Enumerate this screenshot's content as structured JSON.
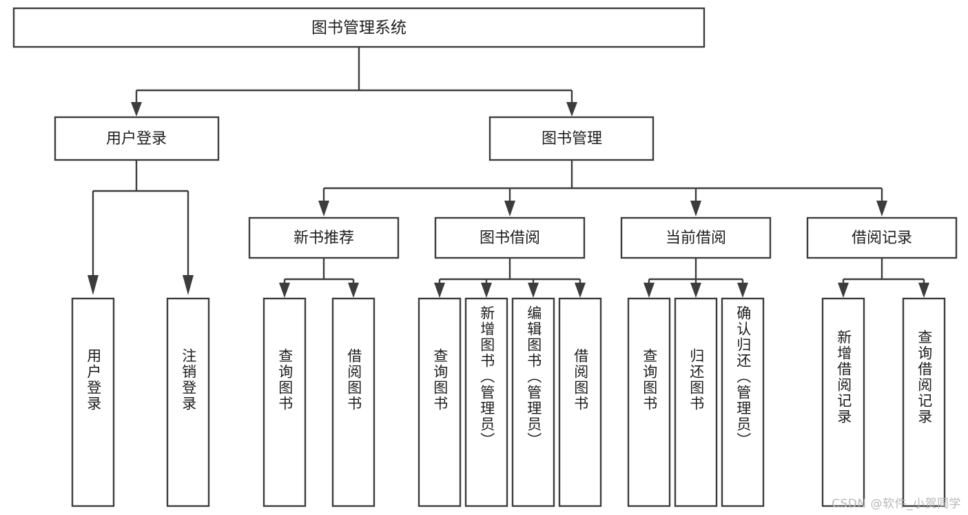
{
  "diagram": {
    "type": "tree-hierarchy-diagram",
    "title": "图书管理系统",
    "watermark": "CSDN @软件_小贺同学",
    "colors": {
      "stroke": "#3c3c3c",
      "fill": "#ffffff",
      "text": "#1d1d1d",
      "watermark": "#b8b8b8",
      "background": "#ffffff"
    },
    "levels": {
      "root": {
        "label": "图书管理系统"
      },
      "level2": [
        {
          "label": "用户登录"
        },
        {
          "label": "图书管理"
        }
      ],
      "level3": [
        {
          "label": "新书推荐"
        },
        {
          "label": "图书借阅"
        },
        {
          "label": "当前借阅"
        },
        {
          "label": "借阅记录"
        }
      ],
      "leaves": [
        {
          "label": "用户登录",
          "parent": "用户登录"
        },
        {
          "label": "注销登录",
          "parent": "用户登录"
        },
        {
          "label": "查询图书",
          "parent": "新书推荐"
        },
        {
          "label": "借阅图书",
          "parent": "新书推荐"
        },
        {
          "label": "查询图书",
          "parent": "图书借阅"
        },
        {
          "label": "新增图书（管理员）",
          "parent": "图书借阅"
        },
        {
          "label": "编辑图书（管理员）",
          "parent": "图书借阅"
        },
        {
          "label": "借阅图书",
          "parent": "图书借阅"
        },
        {
          "label": "查询图书",
          "parent": "当前借阅"
        },
        {
          "label": "归还图书",
          "parent": "当前借阅"
        },
        {
          "label": "确认归还（管理员）",
          "parent": "当前借阅"
        },
        {
          "label": "新增借阅记录",
          "parent": "借阅记录"
        },
        {
          "label": "查询借阅记录",
          "parent": "借阅记录"
        }
      ]
    }
  }
}
